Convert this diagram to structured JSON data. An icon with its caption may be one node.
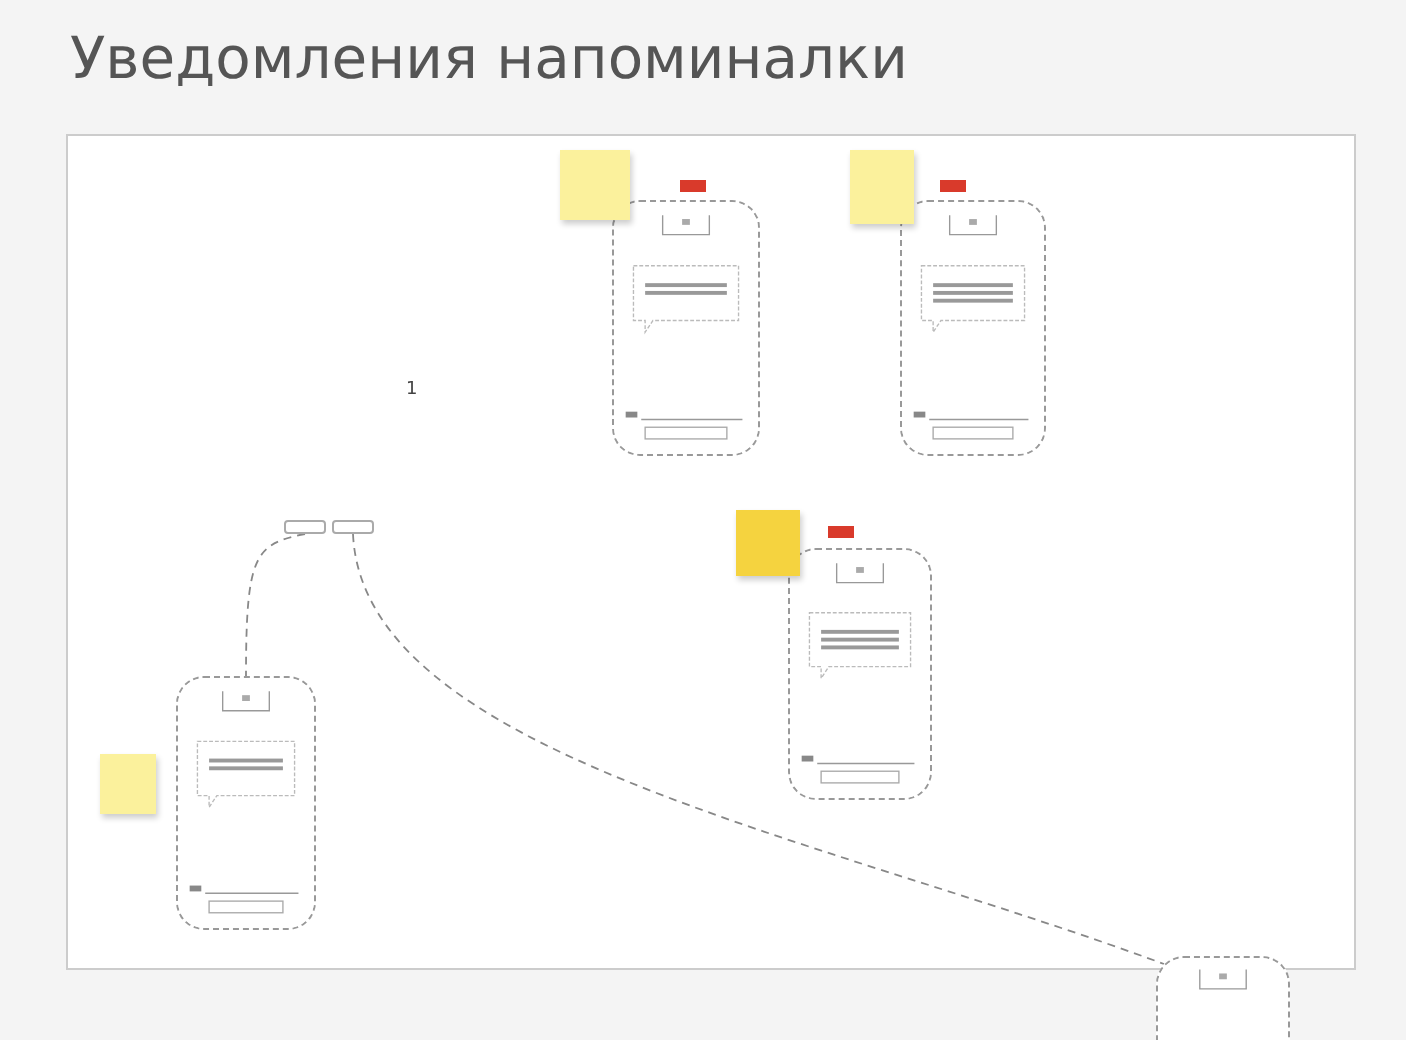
{
  "diagram": {
    "title": "Уведомления напоминалки",
    "nodes": [
      {
        "text": [],
        "shape": "picture"
      },
      {
        "text": [],
        "shape": "picture"
      },
      {
        "text": [],
        "shape": "picture"
      },
      {
        "text": [],
        "shape": "box"
      },
      {
        "text": [],
        "shape": "box"
      },
      {
        "text": [],
        "shape": "picture"
      },
      {
        "text": [],
        "shape": "picture"
      }
    ],
    "edges": [
      {
        "from": 3,
        "to": 5,
        "arrow": "none",
        "style": "dashed"
      },
      {
        "from": 4,
        "to": 6,
        "arrow": "none",
        "style": "dashed"
      }
    ],
    "labels": [
      "1"
    ]
  }
}
